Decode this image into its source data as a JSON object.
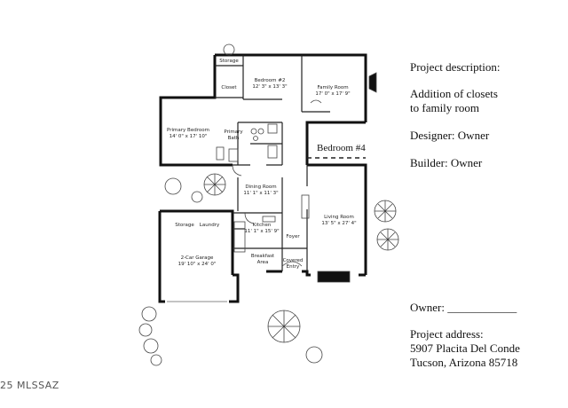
{
  "rooms": {
    "storage_top": "Storage",
    "closet": "Closet",
    "bedroom2_name": "Bedroom #2",
    "bedroom2_dim": "12' 3\" x 13' 3\"",
    "family_name": "Family Room",
    "family_dim": "17' 0\" x 17' 9\"",
    "primary_bed_name": "Primary Bedroom",
    "primary_bed_dim": "14' 0\" x 17' 10\"",
    "primary_bath_line1": "Primary",
    "primary_bath_line2": "Bath",
    "bedroom4": "Bedroom #4",
    "dining_name": "Dining Room",
    "dining_dim": "11' 1\" x 11' 3\"",
    "storage_garage": "Storage",
    "laundry": "Laundry",
    "kitchen_name": "Kitchen",
    "kitchen_dim": "11' 1\" x 15' 9\"",
    "living_name": "Living Room",
    "living_dim": "13' 5\" x 27' 4\"",
    "foyer": "Foyer",
    "garage_name": "2-Car Garage",
    "garage_dim": "19' 10\" x 24' 0\"",
    "breakfast_line1": "Breakfast",
    "breakfast_line2": "Area",
    "covered_line1": "Covered",
    "covered_line2": "Entry"
  },
  "notes": {
    "desc_title": "Project description:",
    "desc_line1": "Addition of closets",
    "desc_line2": "to family room",
    "designer": "Designer:   Owner",
    "builder": "Builder:   Owner",
    "owner": "Owner: ____________",
    "address_title": "Project address:",
    "address_line1": "5907 Placita Del Conde",
    "address_line2": "Tucson, Arizona 85718"
  },
  "watermark": "25 MLSSAZ"
}
